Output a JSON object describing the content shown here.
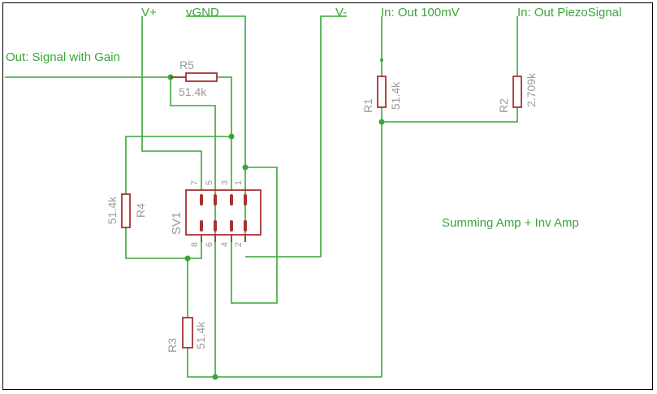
{
  "nets": {
    "vplus": "V+",
    "vgnd": "vGND",
    "vminus": "V-",
    "in_100mv": "In: Out 100mV",
    "in_piezo": "In: Out PiezoSignal",
    "out_signal": "Out: Signal with Gain"
  },
  "note": "Summing Amp + Inv Amp",
  "components": {
    "r5": {
      "ref": "R5",
      "value": "51.4k"
    },
    "r4": {
      "ref": "R4",
      "value": "51.4k"
    },
    "r1": {
      "ref": "R1",
      "value": "51.4k"
    },
    "r2": {
      "ref": "R2",
      "value": "2.709k"
    },
    "r3": {
      "ref": "R3",
      "value": "51.4k"
    },
    "sv1": {
      "ref": "SV1",
      "pins_top": [
        "7",
        "5",
        "3",
        "1"
      ],
      "pins_bottom": [
        "8",
        "6",
        "4",
        "2"
      ]
    }
  },
  "colors": {
    "wire": "#3aa63a",
    "component": "#a83232",
    "label": "#9a9a9a"
  }
}
